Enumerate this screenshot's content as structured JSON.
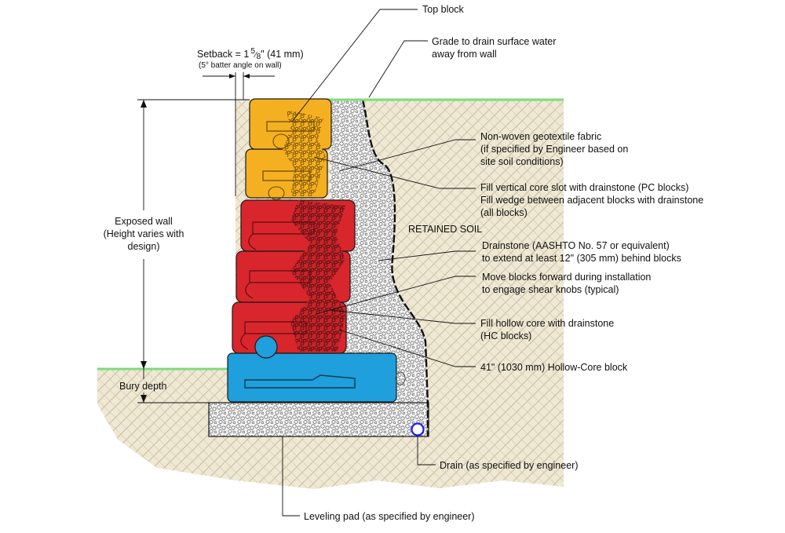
{
  "colors": {
    "grade_line": "#7ddc7a",
    "retained_soil_fill": "#efe8d4",
    "drainstone_fill": "#d9d9d9",
    "pc_block": "#f5b021",
    "red_block": "#d9262c",
    "hollow_core_block": "#1f9fdc",
    "drain_pipe": "#1a1aff"
  },
  "labels": {
    "top_block": "Top block",
    "grade": [
      "Grade to drain surface water",
      "away from wall"
    ],
    "setback_main": "Setback = 1",
    "setback_num": "5",
    "setback_den": "8",
    "setback_tail": "\" (41 mm)",
    "setback_note": "(5° batter angle on wall)",
    "geotextile": [
      "Non-woven geotextile fabric",
      "(if specified by Engineer based on",
      "site soil conditions)"
    ],
    "fill_core_slot": [
      "Fill vertical core slot with drainstone (PC blocks)",
      "Fill wedge between adjacent blocks with drainstone",
      "(all blocks)"
    ],
    "retained_soil": "RETAINED SOIL",
    "drainstone": [
      "Drainstone (AASHTO No. 57 or equivalent)",
      "to extend at least 12\" (305 mm) behind blocks"
    ],
    "move_blocks": [
      "Move blocks forward during installation",
      "to engage shear knobs (typical)"
    ],
    "fill_hollow_core": [
      "Fill hollow core with drainstone",
      "(HC blocks)"
    ],
    "hollow_core_block": "41\" (1030 mm) Hollow-Core block",
    "exposed_wall": [
      "Exposed wall",
      "(Height varies with",
      "design)"
    ],
    "bury_depth": "Bury depth",
    "drain": "Drain (as specified by engineer)",
    "leveling_pad": "Leveling pad (as specified by engineer)"
  },
  "icons": [
    "pc-block-icon",
    "red-block-icon",
    "hollow-core-block-icon",
    "drain-pipe-icon"
  ]
}
